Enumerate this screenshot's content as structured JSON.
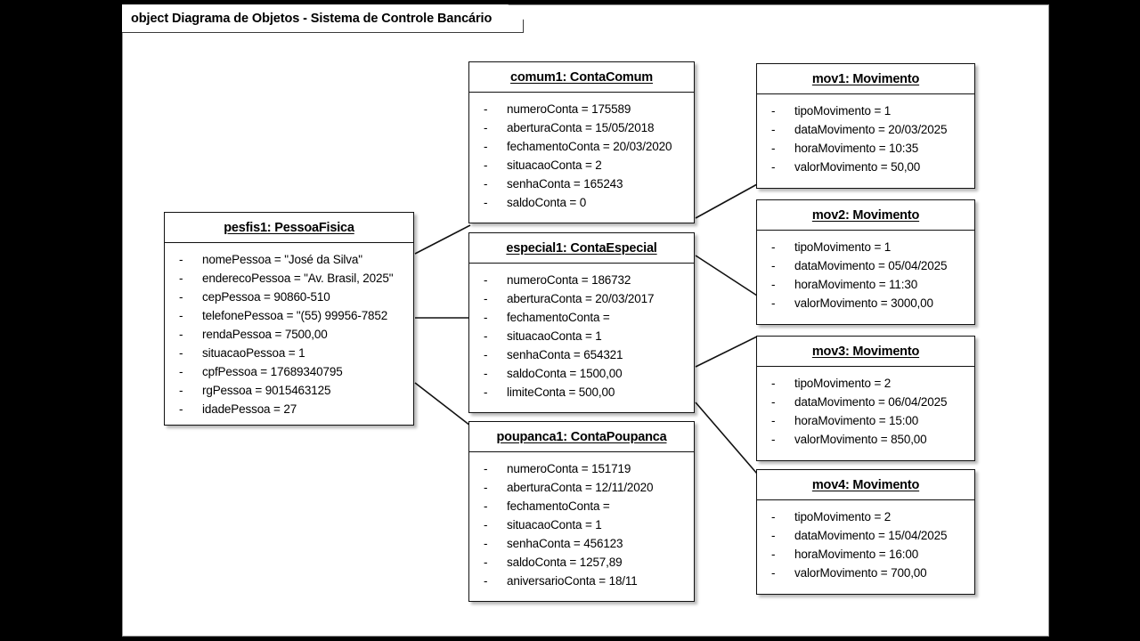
{
  "frame": {
    "keyword": "object",
    "title": "object Diagrama de Objetos - Sistema de Controle Bancário"
  },
  "style": {
    "box_fill": "#ffffff",
    "border": "#111111",
    "canvas": "#ffffff",
    "backdrop": "#000000"
  },
  "objects": [
    {
      "id": "pesfis1",
      "title": "pesfis1: PessoaFisica",
      "attributes": [
        "nomePessoa = \"José da Silva\"",
        "enderecoPessoa = \"Av. Brasil, 2025\"",
        "cepPessoa = 90860-510",
        "telefonePessoa = \"(55) 99956-7852",
        "rendaPessoa = 7500,00",
        "situacaoPessoa = 1",
        "cpfPessoa = 17689340795",
        "rgPessoa = 9015463125",
        "idadePessoa = 27"
      ]
    },
    {
      "id": "comum1",
      "title": "comum1: ContaComum",
      "attributes": [
        "numeroConta = 175589",
        "aberturaConta = 15/05/2018",
        "fechamentoConta = 20/03/2020",
        "situacaoConta = 2",
        "senhaConta = 165243",
        "saldoConta = 0"
      ]
    },
    {
      "id": "especial1",
      "title": "especial1: ContaEspecial",
      "attributes": [
        "numeroConta = 186732",
        "aberturaConta = 20/03/2017",
        "fechamentoConta =",
        "situacaoConta = 1",
        "senhaConta = 654321",
        "saldoConta = 1500,00",
        "limiteConta = 500,00"
      ]
    },
    {
      "id": "poupanca1",
      "title": "poupanca1: ContaPoupanca",
      "attributes": [
        "numeroConta = 151719",
        "aberturaConta = 12/11/2020",
        "fechamentoConta =",
        "situacaoConta = 1",
        "senhaConta = 456123",
        "saldoConta = 1257,89",
        "aniversarioConta = 18/11"
      ]
    },
    {
      "id": "mov1",
      "title": "mov1: Movimento",
      "attributes": [
        "tipoMovimento = 1",
        "dataMovimento = 20/03/2025",
        "horaMovimento = 10:35",
        "valorMovimento = 50,00"
      ]
    },
    {
      "id": "mov2",
      "title": "mov2: Movimento",
      "attributes": [
        "tipoMovimento = 1",
        "dataMovimento = 05/04/2025",
        "horaMovimento = 11:30",
        "valorMovimento = 3000,00"
      ]
    },
    {
      "id": "mov3",
      "title": "mov3: Movimento",
      "attributes": [
        "tipoMovimento = 2",
        "dataMovimento = 06/04/2025",
        "horaMovimento = 15:00",
        "valorMovimento = 850,00"
      ]
    },
    {
      "id": "mov4",
      "title": "mov4: Movimento",
      "attributes": [
        "tipoMovimento = 2",
        "dataMovimento = 15/04/2025",
        "horaMovimento = 16:00",
        "valorMovimento = 700,00"
      ]
    }
  ],
  "bullet": "-",
  "links": [
    {
      "from": "pesfis1",
      "to": "comum1"
    },
    {
      "from": "pesfis1",
      "to": "especial1"
    },
    {
      "from": "pesfis1",
      "to": "poupanca1"
    },
    {
      "from": "comum1",
      "to": "mov1"
    },
    {
      "from": "especial1",
      "to": "mov2"
    },
    {
      "from": "especial1",
      "to": "mov3"
    },
    {
      "from": "poupanca1",
      "to": "mov4"
    }
  ]
}
